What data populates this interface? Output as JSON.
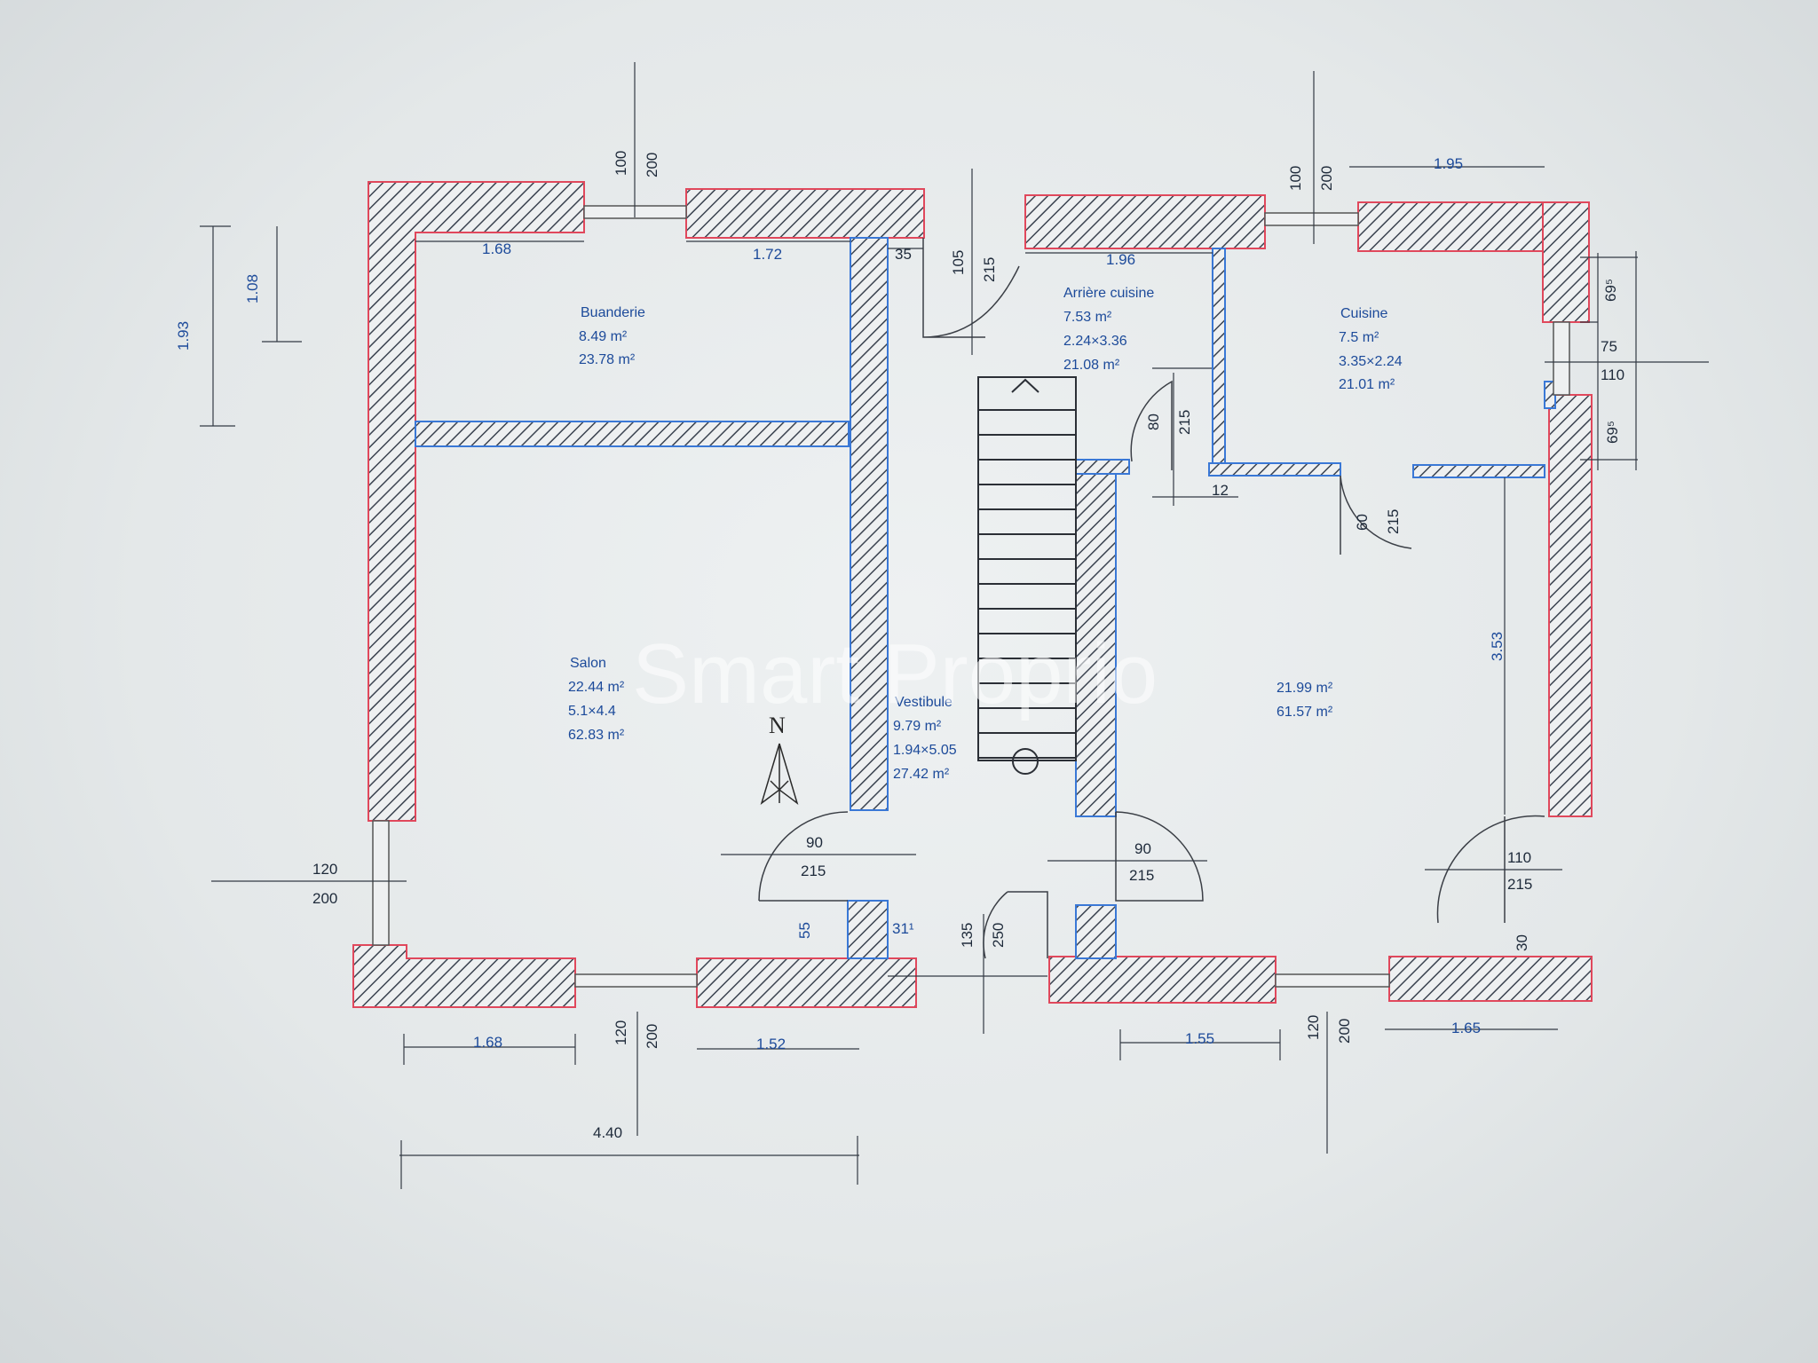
{
  "rooms": {
    "buanderie": {
      "name": "Buanderie",
      "area": "8.49 m²",
      "area2": "23.78 m²"
    },
    "arriere_cuisine": {
      "name": "Arrière cuisine",
      "area": "7.53 m²",
      "size": "2.24×3.36",
      "area2": "21.08 m²"
    },
    "cuisine": {
      "name": "Cuisine",
      "area": "7.5 m²",
      "size": "3.35×2.24",
      "area2": "21.01 m²"
    },
    "salon": {
      "name": "Salon",
      "area": "22.44 m²",
      "size": "5.1×4.4",
      "area2": "62.83 m²"
    },
    "vestibule": {
      "name": "Vestibule",
      "area": "9.79 m²",
      "size": "1.94×5.05",
      "area2": "27.42 m²"
    },
    "sejour": {
      "area": "21.99 m²",
      "area2": "61.57 m²"
    }
  },
  "dims": {
    "top_168": "1.68",
    "top_172": "1.72",
    "top_35": "35",
    "top_196": "1.96",
    "top_195": "1.95",
    "win_top_left_a": "100",
    "win_top_left_b": "200",
    "win_top_right_a": "100",
    "win_top_right_b": "200",
    "door_top_a": "105",
    "door_top_b": "215",
    "left_193": "1.93",
    "left_108": "1.08",
    "left_win_a": "120",
    "left_win_b": "200",
    "right_69a": "69⁵",
    "right_75": "75",
    "right_110": "110",
    "right_69b": "69⁵",
    "door_ac_a": "80",
    "door_ac_b": "215",
    "dim_12": "12",
    "door_k_a": "60",
    "door_k_b": "215",
    "dim_353": "3.53",
    "door_salon_a": "90",
    "door_salon_b": "215",
    "door_sej_a": "90",
    "door_sej_b": "215",
    "door_right_a": "110",
    "door_right_b": "215",
    "dim_55": "55",
    "dim_31": "31¹",
    "dim_135": "135",
    "dim_250": "250",
    "dim_30": "30",
    "bot_168": "1.68",
    "bot_152": "1.52",
    "bot_win_l_a": "120",
    "bot_win_l_b": "200",
    "bot_155": "1.55",
    "bot_win_r_a": "120",
    "bot_win_r_b": "200",
    "bot_165": "1.65",
    "bot_440": "4.40"
  },
  "north_label": "N",
  "watermark": "Smart Proprio",
  "colors": {
    "wall_outline": "#e0485c",
    "wall_inner": "#3a78d6",
    "dim_line": "#333a44"
  }
}
